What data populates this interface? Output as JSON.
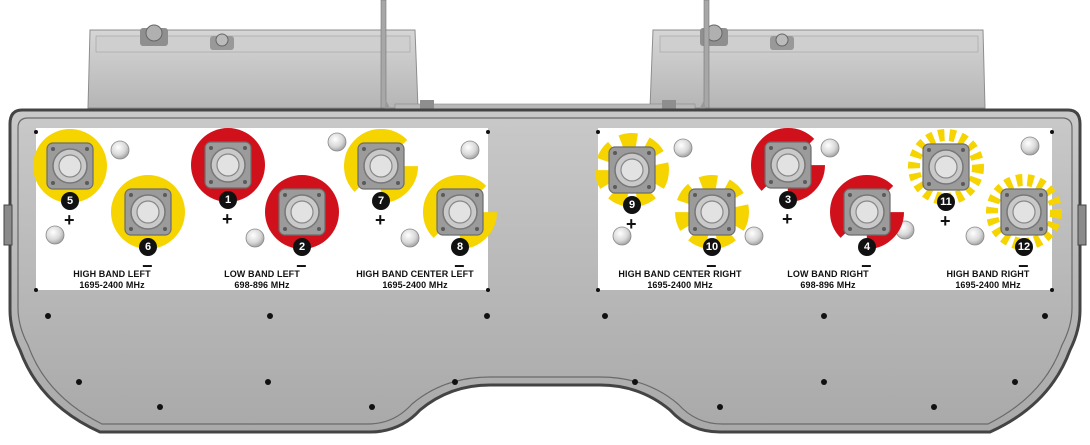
{
  "colors": {
    "low_band": "#d0101a",
    "high_band": "#f5d400",
    "housing": "#bdbdbd",
    "panel": "#ffffff",
    "connector": "#9b9b9b"
  },
  "left_panel": {
    "groups": [
      {
        "line1": "HIGH BAND LEFT",
        "line2": "1695-2400 MHz"
      },
      {
        "line1": "LOW BAND LEFT",
        "line2": "698-896 MHz"
      },
      {
        "line1": "HIGH BAND CENTER LEFT",
        "line2": "1695-2400 MHz"
      }
    ]
  },
  "right_panel": {
    "groups": [
      {
        "line1": "HIGH BAND CENTER RIGHT",
        "line2": "1695-2400 MHz"
      },
      {
        "line1": "LOW BAND RIGHT",
        "line2": "698-896 MHz"
      },
      {
        "line1": "HIGH BAND RIGHT",
        "line2": "1695-2400 MHz"
      }
    ]
  },
  "ports": [
    {
      "number": "5",
      "sign": "+",
      "band": "high",
      "style": "full"
    },
    {
      "number": "6",
      "sign": "−",
      "band": "high",
      "style": "full"
    },
    {
      "number": "1",
      "sign": "+",
      "band": "low",
      "style": "full"
    },
    {
      "number": "2",
      "sign": "−",
      "band": "low",
      "style": "full"
    },
    {
      "number": "7",
      "sign": "+",
      "band": "high",
      "style": "half"
    },
    {
      "number": "8",
      "sign": "−",
      "band": "high",
      "style": "half"
    },
    {
      "number": "9",
      "sign": "+",
      "band": "high",
      "style": "dash"
    },
    {
      "number": "10",
      "sign": "−",
      "band": "high",
      "style": "dash"
    },
    {
      "number": "3",
      "sign": "+",
      "band": "low",
      "style": "half"
    },
    {
      "number": "4",
      "sign": "−",
      "band": "low",
      "style": "half"
    },
    {
      "number": "11",
      "sign": "+",
      "band": "high",
      "style": "fine"
    },
    {
      "number": "12",
      "sign": "−",
      "band": "high",
      "style": "fine"
    }
  ]
}
